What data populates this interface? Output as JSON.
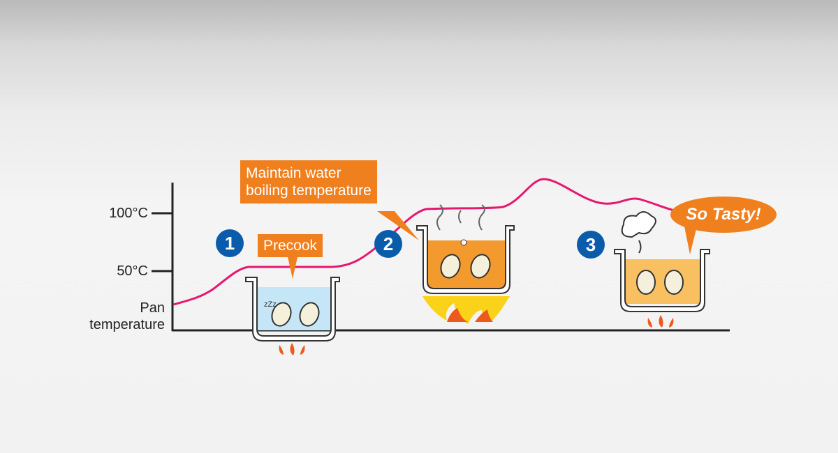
{
  "axis": {
    "y_ticks": [
      "100°C",
      "50°C"
    ],
    "y_label_line1": "Pan",
    "y_label_line2": "temperature"
  },
  "steps": [
    {
      "number": "1",
      "label": "Precook"
    },
    {
      "number": "2",
      "label_line1": "Maintain water",
      "label_line2": "boiling temperature"
    },
    {
      "number": "3",
      "label": "So Tasty!"
    }
  ],
  "colors": {
    "curve": "#e6176f",
    "callout": "#f07f1e",
    "step_badge": "#0a5cab"
  }
}
